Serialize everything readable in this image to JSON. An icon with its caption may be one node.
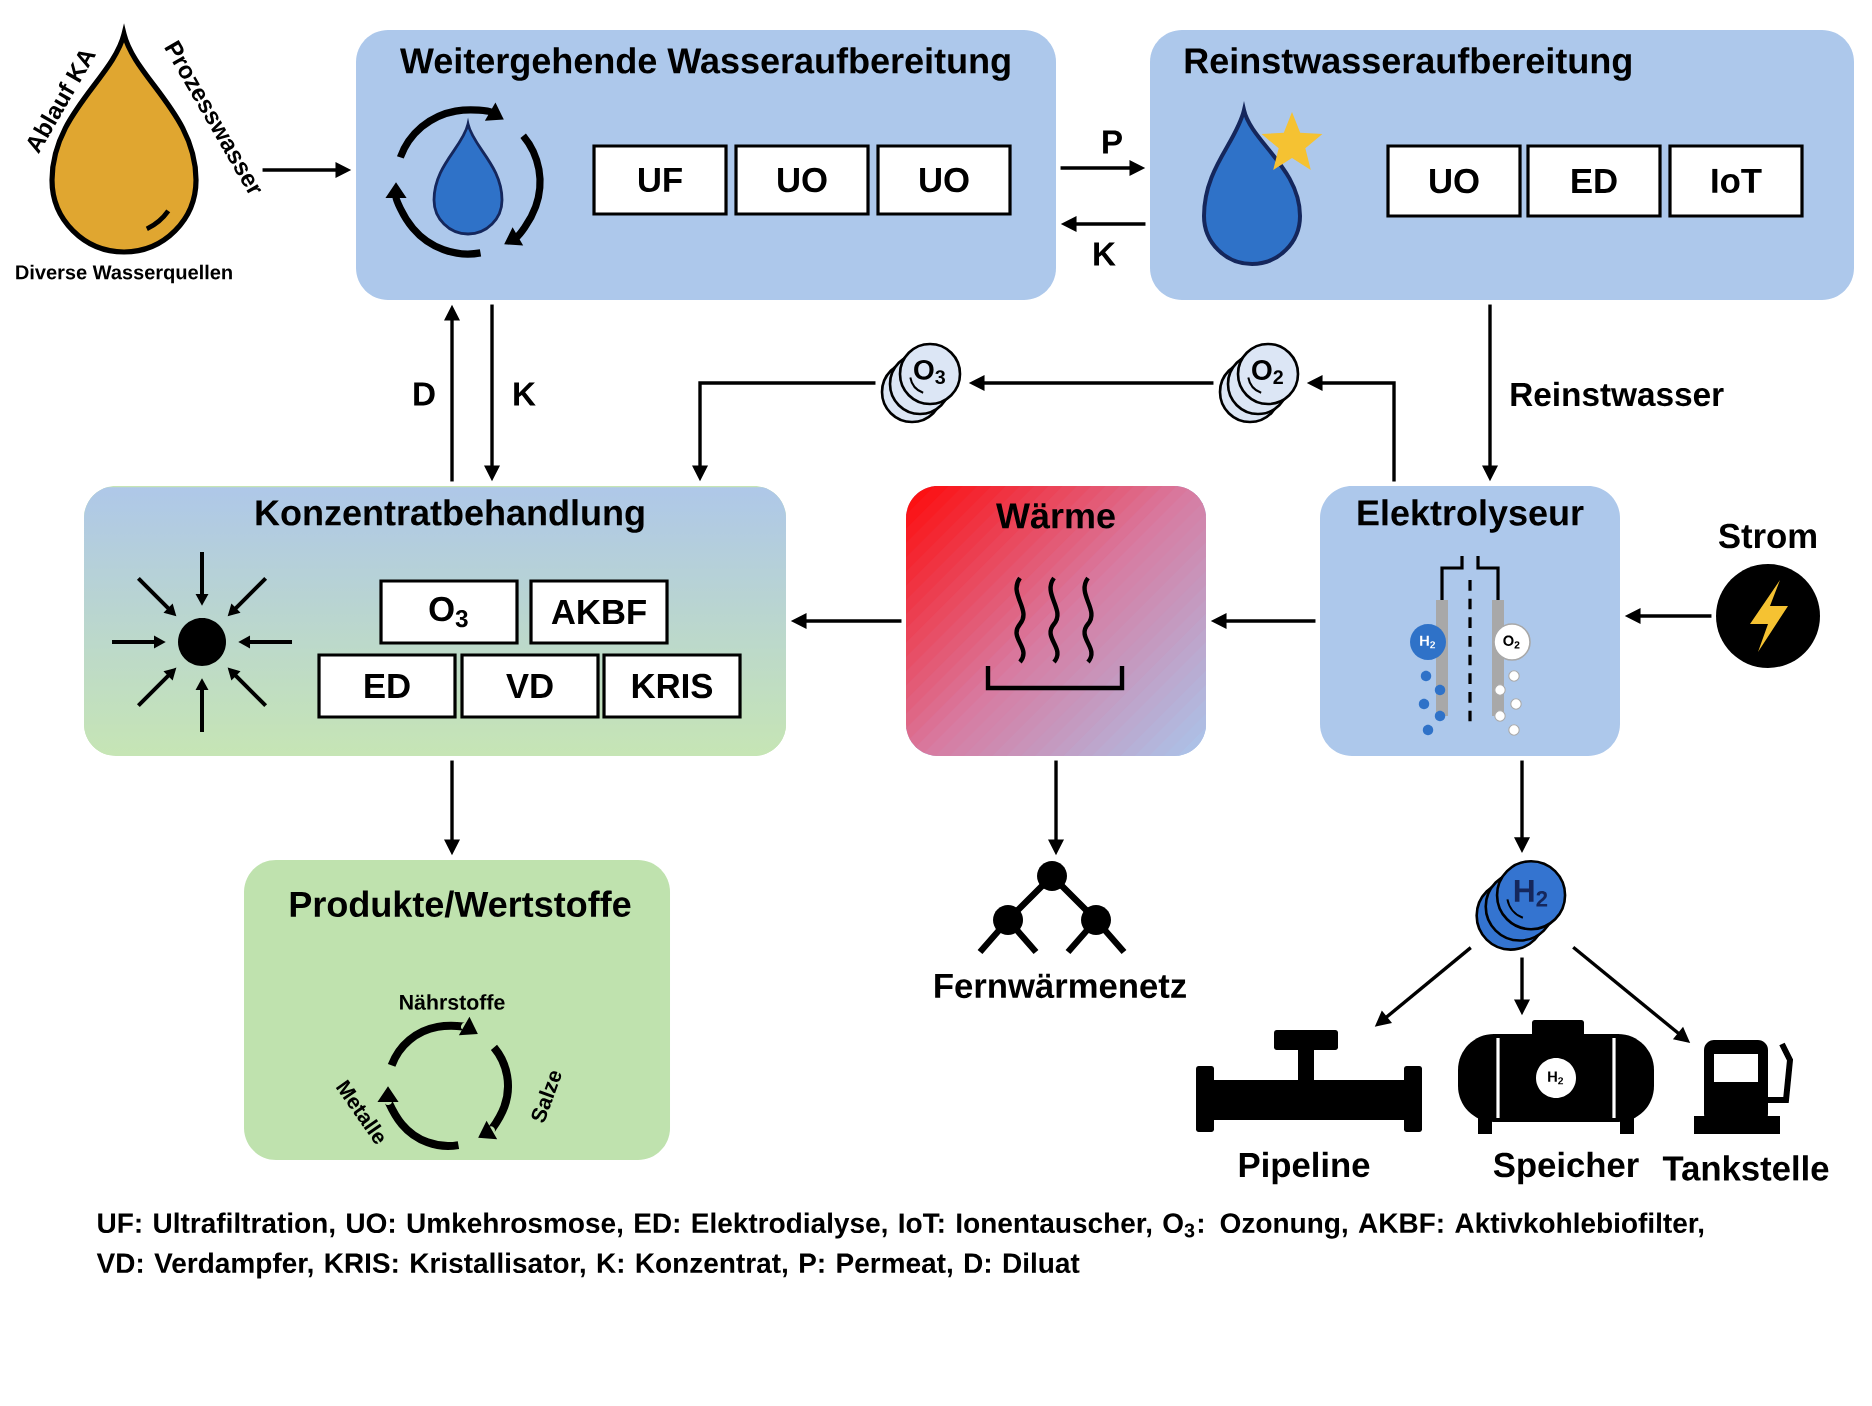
{
  "diagram": {
    "nodes": [
      {
        "text": [
          "Ablauf KA",
          "Prozesswasser",
          "Diverse Wasserquellen"
        ]
      },
      {
        "text": [
          "Weitergehende Wasseraufbereitung"
        ]
      },
      {
        "text": [
          "UF"
        ],
        "in": 1
      },
      {
        "text": [
          "UO"
        ],
        "in": 1
      },
      {
        "text": [
          "UO"
        ],
        "in": 1
      },
      {
        "text": [
          "Reinstwasseraufbereitung"
        ]
      },
      {
        "text": [
          "UO"
        ],
        "in": 5
      },
      {
        "text": [
          "ED"
        ],
        "in": 5
      },
      {
        "text": [
          "IoT"
        ],
        "in": 5
      },
      {
        "text": [
          "O$_{2}$"
        ]
      },
      {
        "text": [
          "O$_{3}$"
        ]
      },
      {
        "text": [
          "Konzentratbehandlung"
        ]
      },
      {
        "text": [
          "O$_{3}$"
        ],
        "in": 11
      },
      {
        "text": [
          "AKBF"
        ],
        "in": 11
      },
      {
        "text": [
          "ED"
        ],
        "in": 11
      },
      {
        "text": [
          "VD"
        ],
        "in": 11
      },
      {
        "text": [
          "KRIS"
        ],
        "in": 11
      },
      {
        "text": [
          "Wärme"
        ]
      },
      {
        "text": [
          "Elektrolyseur",
          "H$_{2}$",
          "O$_{2}$"
        ]
      },
      {
        "text": [
          "Strom"
        ]
      },
      {
        "text": [
          "Produkte/Wertstoffe",
          "Nährstoffe",
          "Salze",
          "Metalle"
        ]
      },
      {
        "text": [
          "Fernwärmenetz"
        ]
      },
      {
        "text": [
          "H$_{2}$"
        ]
      },
      {
        "text": [
          "Pipeline"
        ]
      },
      {
        "text": [
          "H$_{2}$",
          "Speicher"
        ]
      },
      {
        "text": [
          "Tankstelle"
        ]
      }
    ],
    "edges": [
      {
        "from": 0,
        "to": 1,
        "arrow": "to"
      },
      {
        "from": 1,
        "to": 5,
        "arrow": "to",
        "label": "P"
      },
      {
        "from": 5,
        "to": 1,
        "arrow": "to",
        "label": "K"
      },
      {
        "from": 11,
        "to": 1,
        "arrow": "to",
        "label": "D"
      },
      {
        "from": 1,
        "to": 11,
        "arrow": "to",
        "label": "K"
      },
      {
        "from": 5,
        "to": 18,
        "arrow": "to",
        "label": "Reinstwasser"
      },
      {
        "from": 18,
        "to": 9,
        "arrow": "to"
      },
      {
        "from": 9,
        "to": 10,
        "arrow": "to"
      },
      {
        "from": 10,
        "to": 11,
        "arrow": "to"
      },
      {
        "from": 19,
        "to": 18,
        "arrow": "to"
      },
      {
        "from": 18,
        "to": 17,
        "arrow": "to"
      },
      {
        "from": 17,
        "to": 11,
        "arrow": "to"
      },
      {
        "from": 11,
        "to": 20,
        "arrow": "to"
      },
      {
        "from": 17,
        "to": 21,
        "arrow": "to"
      },
      {
        "from": 18,
        "to": 22,
        "arrow": "to"
      },
      {
        "from": 22,
        "to": 23,
        "arrow": "to"
      },
      {
        "from": 22,
        "to": 24,
        "arrow": "to"
      },
      {
        "from": 22,
        "to": 25,
        "arrow": "to"
      }
    ],
    "labels": [
      "UF: Ultrafiltration, UO: Umkehrosmose, ED: Elektrodialyse, IoT: Ionentauscher, O$_{3}$: Ozonung, AKBF: Aktivkohlebiofilter, VD: Verdampfer, KRIS: Kristallisator, K: Konzentrat, P: Permeat, D: Diluat"
    ]
  }
}
